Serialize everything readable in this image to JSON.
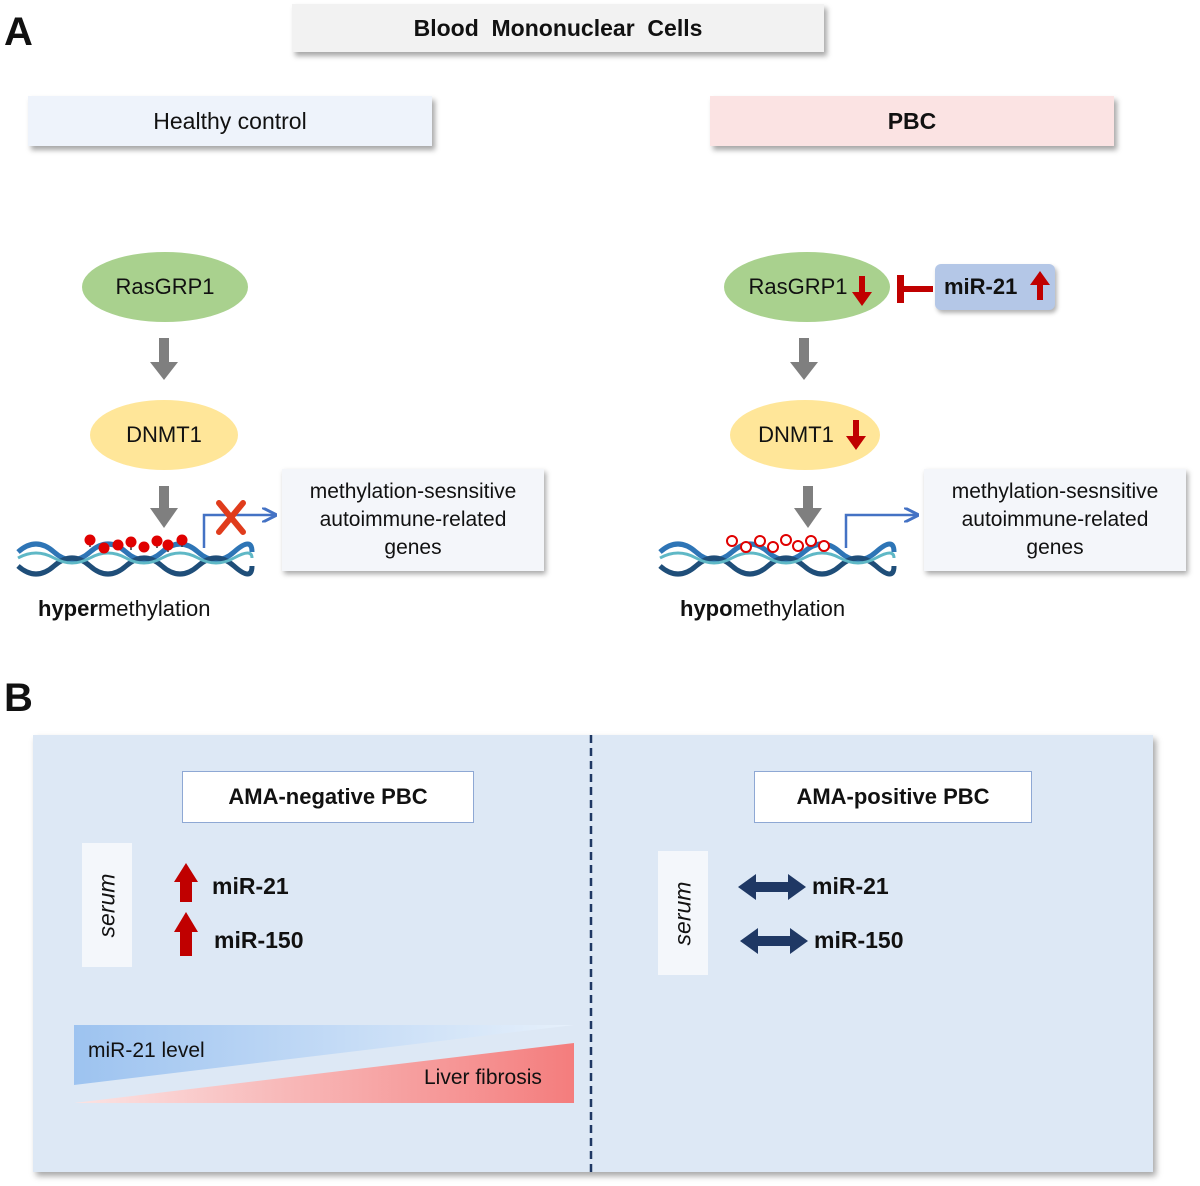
{
  "panel_a": {
    "letter": "A",
    "title": "Blood  Mononuclear  Cells",
    "healthy": {
      "header": "Healthy control",
      "node1": "RasGRP1",
      "node2": "DNMT1",
      "genes": [
        "methylation-sesnsitive",
        "autoimmune-related",
        "genes"
      ],
      "methylation_bold": "hyper",
      "methylation_rest": "methylation"
    },
    "pbc": {
      "header": "PBC",
      "node1": "RasGRP1",
      "mirna": "miR-21",
      "node2": "DNMT1",
      "genes": [
        "methylation-sesnsitive",
        "autoimmune-related",
        "genes"
      ],
      "methylation_bold": "hypo",
      "methylation_rest": "methylation"
    }
  },
  "panel_b": {
    "letter": "B",
    "negative": {
      "header": "AMA-negative PBC",
      "serum": "serum",
      "mir1": "miR-21",
      "mir2": "miR-150",
      "gradient_top": "miR-21 level",
      "gradient_bottom": "Liver fibrosis"
    },
    "positive": {
      "header": "AMA-positive PBC",
      "serum": "serum",
      "mir1": "miR-21",
      "mir2": "miR-150"
    }
  },
  "colors": {
    "red_arrow": "#c00000",
    "grey_arrow": "#7f7f7f",
    "navy_arrow": "#1f3864",
    "green_node": "#a9d18e",
    "yellow_node": "#ffe699",
    "panel_b_bg": "#dde8f5"
  }
}
